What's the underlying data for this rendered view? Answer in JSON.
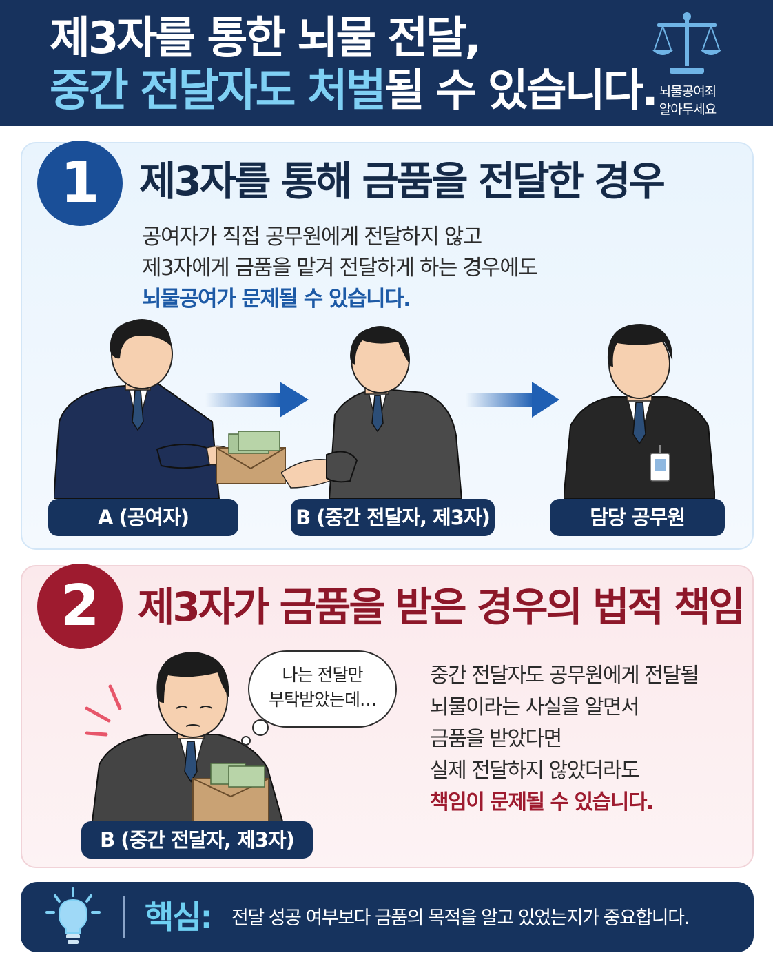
{
  "header": {
    "title_line1": "제3자를 통한 뇌물 전달,",
    "title_line2_highlight": "중간 전달자도 처벌",
    "title_line2_rest": "될 수 있습니다.",
    "badge_line1": "뇌물공여죄",
    "badge_line2": "알아두세요",
    "icon": "scale-of-justice-icon"
  },
  "section1": {
    "number": "1",
    "title": "제3자를 통해 금품을 전달한 경우",
    "desc_line1": "공여자가 직접 공무원에게 전달하지 않고",
    "desc_line2": "제3자에게 금품을 맡겨 전달하게 하는 경우에도",
    "desc_line3": "뇌물공여가 문제될 수 있습니다.",
    "label_a": "A (공여자)",
    "label_b": "B (중간 전달자, 제3자)",
    "label_official": "담당 공무원",
    "accent": "#1a4f98"
  },
  "section2": {
    "number": "2",
    "title": "제3자가 금품을 받은 경우의 법적 책임",
    "bubble_line1": "나는 전달만",
    "bubble_line2": "부탁받았는데…",
    "desc_line1": "중간 전달자도 공무원에게 전달될",
    "desc_line2": "뇌물이라는 사실을 알면서",
    "desc_line3": "금품을 받았다면",
    "desc_line4": "실제 전달하지 않았더라도",
    "desc_line5": "책임이 문제될 수 있습니다.",
    "label_b": "B (중간 전달자, 제3자)",
    "accent": "#9e1b2f"
  },
  "keybar": {
    "label": "핵심:",
    "text": "전달 성공 여부보다 금품의 목적을 알고 있었는지가 중요합니다.",
    "icon": "lightbulb-icon"
  }
}
